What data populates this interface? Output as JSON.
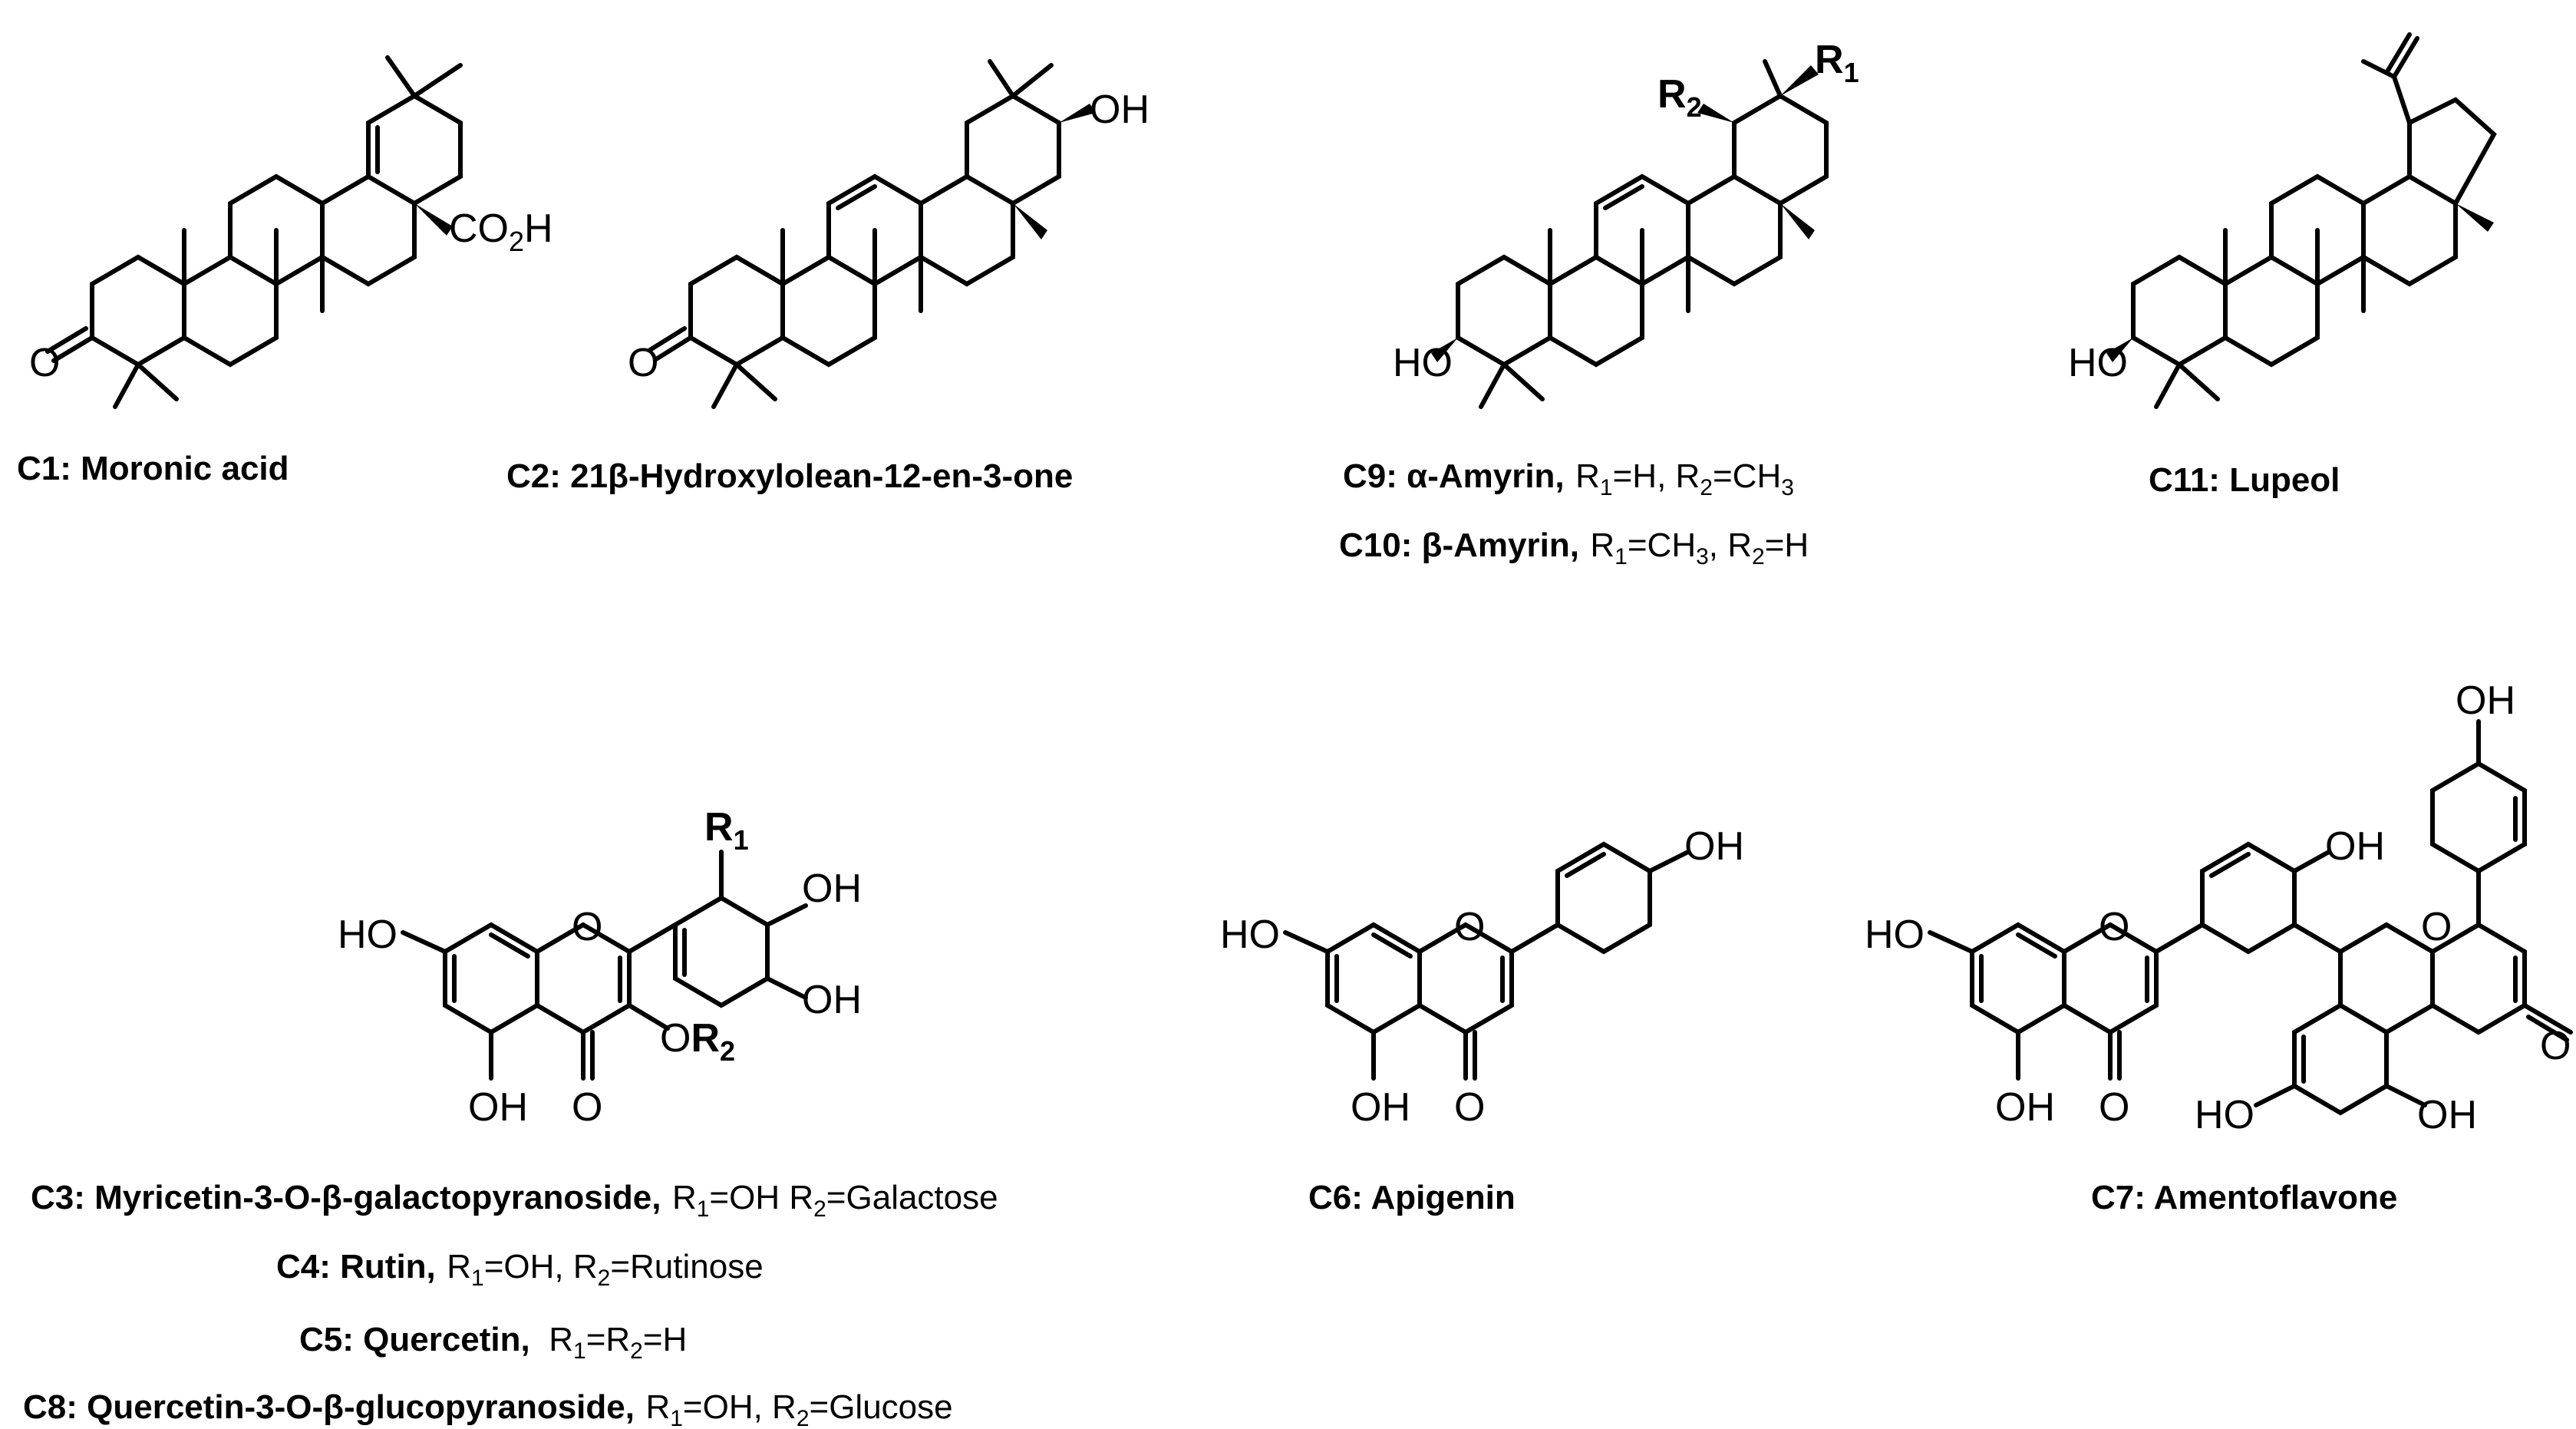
{
  "compounds": [
    {
      "id": "C1",
      "name": "Moronic acid",
      "substituents": ""
    },
    {
      "id": "C2",
      "name": "21β-Hydroxylolean-12-en-3-one",
      "substituents": ""
    },
    {
      "id": "C9",
      "name": "α-Amyrin,",
      "substituents": "R1=H, R2=CH3"
    },
    {
      "id": "C10",
      "name": "β-Amyrin,",
      "substituents": "R1=CH3, R2=H"
    },
    {
      "id": "C11",
      "name": "Lupeol",
      "substituents": ""
    },
    {
      "id": "C3",
      "name": "Myricetin-3-O-β-galactopyranoside,",
      "substituents": "R1=OH R2=Galactose"
    },
    {
      "id": "C4",
      "name": "Rutin,",
      "substituents": "R1=OH, R2=Rutinose"
    },
    {
      "id": "C5",
      "name": "Quercetin,",
      "substituents": "R1=R2=H"
    },
    {
      "id": "C8",
      "name": "Quercetin-3-O-β-glucopyranoside,",
      "substituents": "R1=OH, R2=Glucose"
    },
    {
      "id": "C6",
      "name": "Apigenin",
      "substituents": ""
    },
    {
      "id": "C7",
      "name": "Amentoflavone",
      "substituents": ""
    }
  ],
  "atom_labels": {
    "co2h": "CO2H",
    "oh": "OH",
    "ho": "HO",
    "o": "O",
    "r1": "R1",
    "r2": "R2",
    "or2": "OR2"
  }
}
